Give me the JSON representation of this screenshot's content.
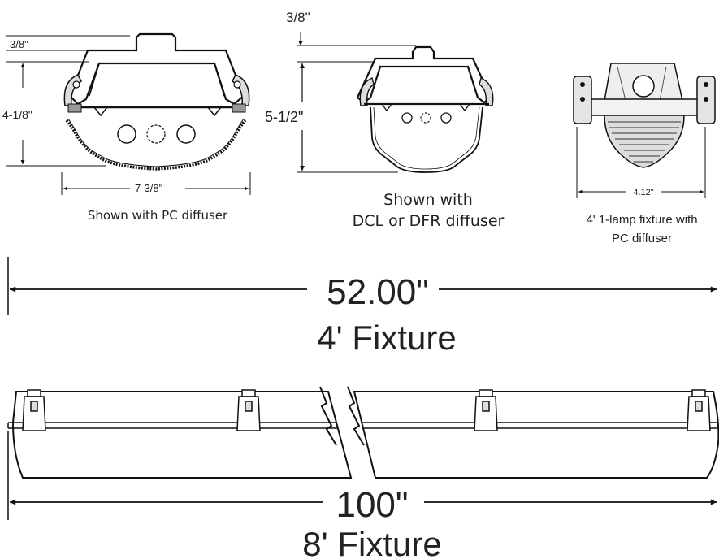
{
  "top_views": {
    "view1": {
      "dim_top": "3/8\"",
      "dim_height": "4-1/8\"",
      "dim_width": "7-3/8\"",
      "caption": "Shown with PC diffuser"
    },
    "view2": {
      "dim_top": "3/8\"",
      "dim_height": "5-1/2\"",
      "caption_line1": "Shown with",
      "caption_line2": "DCL or DFR diffuser"
    },
    "view3": {
      "dim_width": "4.12\"",
      "caption_line1": "4' 1-lamp fixture with",
      "caption_line2": "PC diffuser"
    }
  },
  "fixture_4ft": {
    "length": "52.00\"",
    "label": "4' Fixture"
  },
  "fixture_8ft": {
    "length": "100\"",
    "label": "8' Fixture"
  }
}
